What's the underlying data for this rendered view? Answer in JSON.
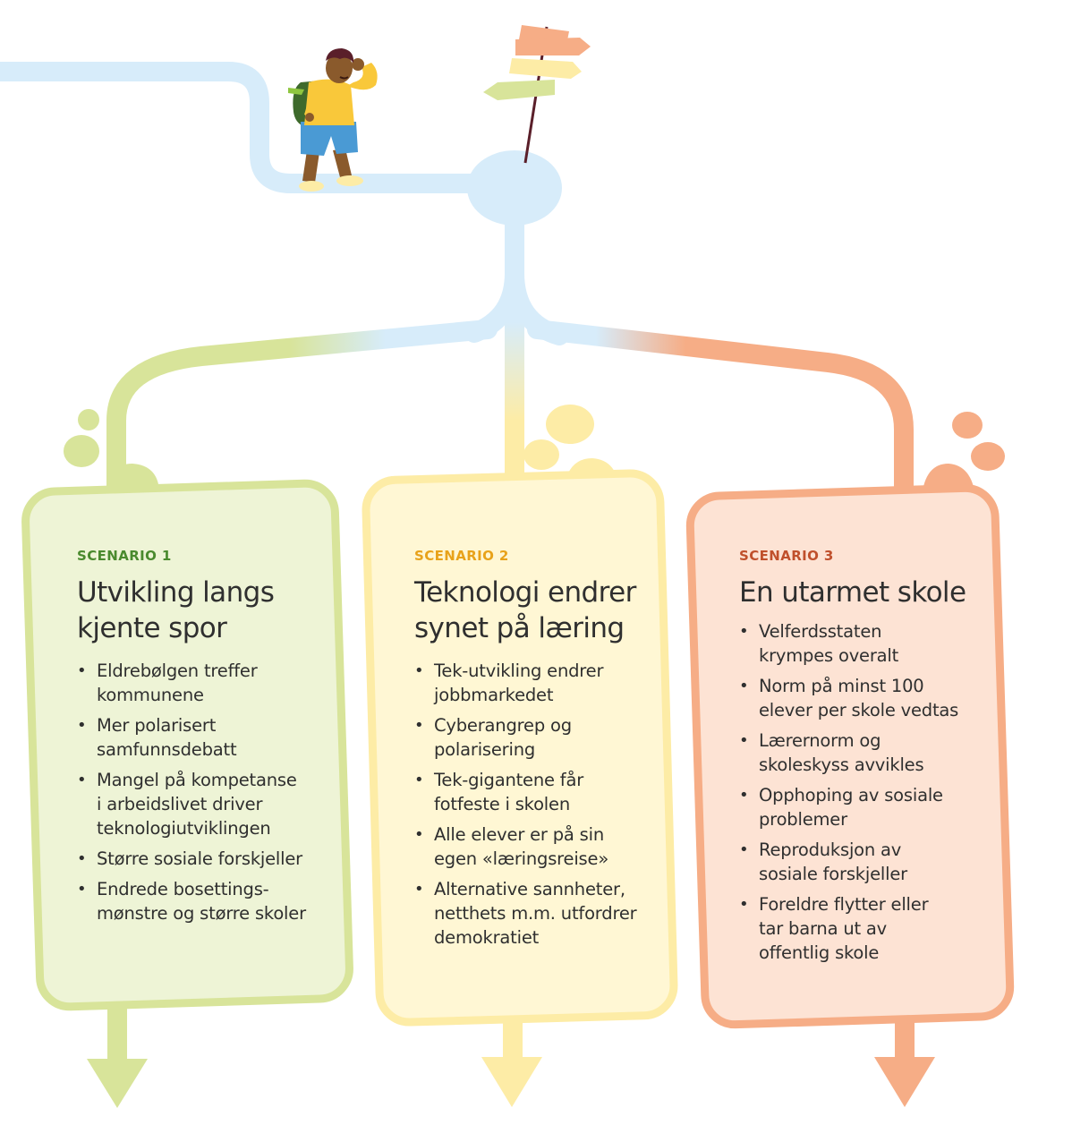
{
  "colors": {
    "path_blue": "#d7ecfa",
    "green": "#d8e49a",
    "green_fill": "#eef4d6",
    "green_label": "#4a8a2e",
    "yellow": "#fdeca6",
    "yellow_fill": "#fff7d4",
    "yellow_label": "#e8a21a",
    "orange": "#f6ad86",
    "orange_fill": "#fde3d4",
    "orange_label": "#c0502c",
    "text": "#2f2f2f"
  },
  "icons": {
    "hiker": "hiker-icon",
    "signpost": "signpost-icon"
  },
  "scenarios": [
    {
      "label": "SCENARIO 1",
      "title_lines": [
        "Utvikling langs",
        "kjente spor"
      ],
      "bullets": [
        [
          "Eldrebølgen treffer",
          "kommunene"
        ],
        [
          "Mer polarisert",
          "samfunnsdebatt"
        ],
        [
          "Mangel på kompetanse",
          "i arbeidslivet driver",
          "teknologiutviklingen"
        ],
        [
          "Større sosiale forskjeller"
        ],
        [
          "Endrede bosettings-",
          "mønstre og større skoler"
        ]
      ]
    },
    {
      "label": "SCENARIO 2",
      "title_lines": [
        "Teknologi endrer",
        "synet på læring"
      ],
      "bullets": [
        [
          "Tek-utvikling endrer",
          "jobbmarkedet"
        ],
        [
          "Cyberangrep og",
          "polarisering"
        ],
        [
          "Tek-gigantene får",
          "fotfeste i skolen"
        ],
        [
          "Alle elever er på sin",
          "egen «læringsreise»"
        ],
        [
          "Alternative sannheter,",
          "netthets m.m. utfordrer",
          "demokratiet"
        ]
      ]
    },
    {
      "label": "SCENARIO 3",
      "title_lines": [
        "En utarmet skole"
      ],
      "bullets": [
        [
          "Velferdsstaten",
          "krympes overalt"
        ],
        [
          "Norm på minst 100",
          "elever per skole vedtas"
        ],
        [
          "Lærernorm og",
          "skoleskyss avvikles"
        ],
        [
          "Opphoping av sosiale",
          "problemer"
        ],
        [
          "Reproduksjon av",
          "sosiale forskjeller"
        ],
        [
          "Foreldre flytter eller",
          "tar barna ut av",
          "offentlig skole"
        ]
      ]
    }
  ]
}
